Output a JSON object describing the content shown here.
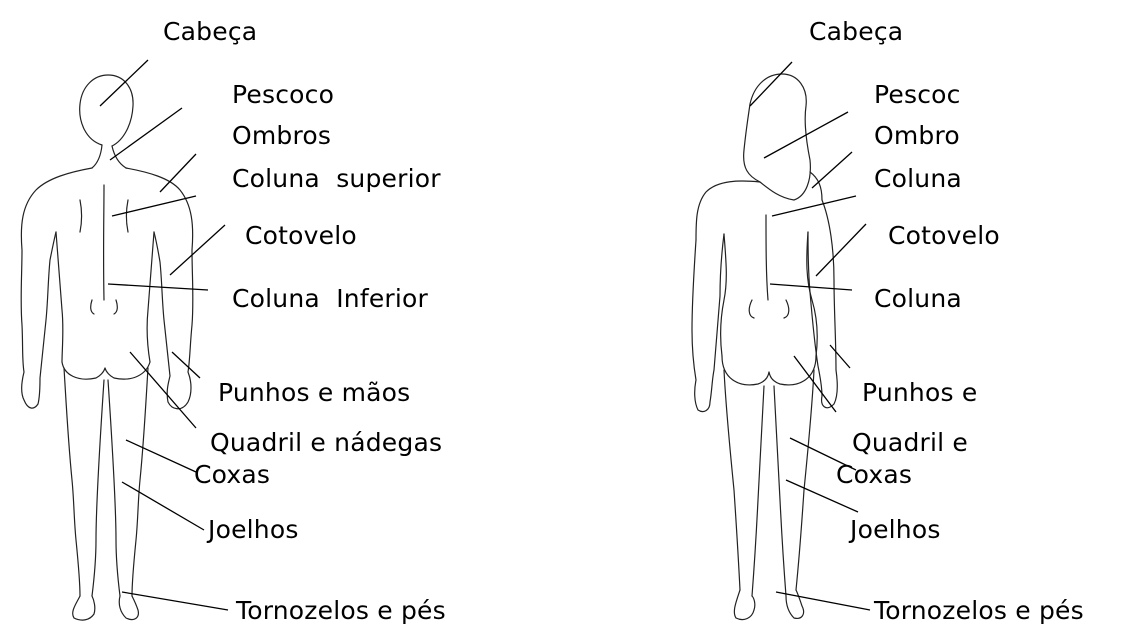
{
  "figures": [
    {
      "name": "male",
      "labels": [
        "Cabeça",
        "Pescoco",
        "Ombros",
        "Coluna  superior",
        "Cotovelo",
        "Coluna  Inferior",
        "Punhos e mãos",
        "Quadril e nádegas",
        "Coxas",
        "Joelhos",
        "Tornozelos e pés"
      ]
    },
    {
      "name": "female",
      "labels": [
        "Cabeça",
        "Pescoc",
        "Ombro",
        "Coluna",
        "Cotovelo",
        "Coluna",
        "Punhos e",
        "Quadril e",
        "Coxas",
        "Joelhos",
        "Tornozelos e pés"
      ]
    }
  ]
}
